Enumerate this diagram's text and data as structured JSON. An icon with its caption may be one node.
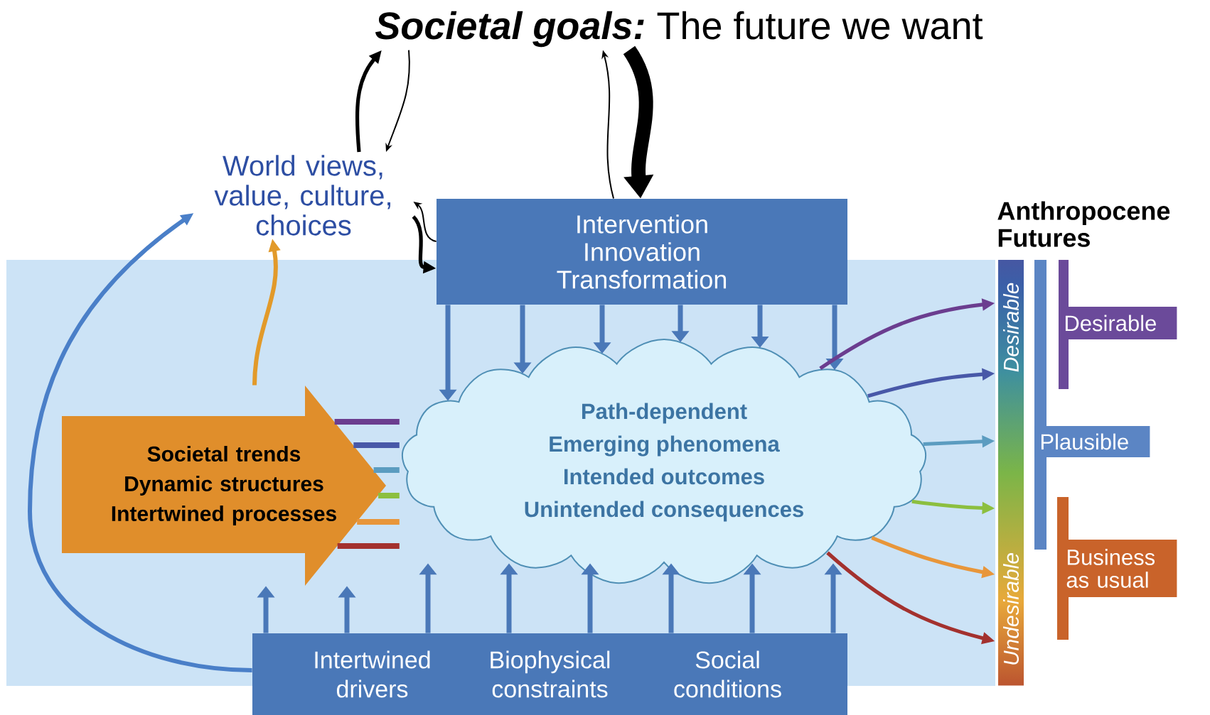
{
  "diagram": {
    "nodes": [
      {
        "text": [
          "Societal goals:",
          "The future we want"
        ]
      },
      {
        "text": [
          "World views, value, culture, choices"
        ]
      },
      {
        "text": [
          "Intervention Innovation Transformation"
        ]
      },
      {
        "text": [
          "Societal trends Dynamic structures Intertwined processes"
        ]
      },
      {
        "text": [
          "Path-dependent",
          "Emerging phenomena",
          "Intended outcomes",
          "Unintended consequences"
        ]
      },
      {
        "text": [
          "Intertwined drivers",
          "Biophysical constraints",
          "Social conditions"
        ]
      },
      {
        "text": [
          "Desirable",
          "Undesirable"
        ]
      },
      {
        "text": [
          "Desirable"
        ]
      },
      {
        "text": [
          "Plausible"
        ]
      },
      {
        "text": [
          "Business as usual"
        ]
      }
    ],
    "edges": [
      {
        "from": 1,
        "to": 0,
        "arrow": "to",
        "color": "#000000"
      },
      {
        "from": 0,
        "to": 1,
        "arrow": "to",
        "color": "#000000"
      },
      {
        "from": 2,
        "to": 0,
        "arrow": "to",
        "color": "#000000"
      },
      {
        "from": 0,
        "to": 2,
        "arrow": "to",
        "style": "thick",
        "color": "#000000"
      },
      {
        "from": 2,
        "to": 1,
        "arrow": "to",
        "color": "#000000"
      },
      {
        "from": 1,
        "to": 2,
        "arrow": "to",
        "color": "#000000"
      },
      {
        "from": 3,
        "to": 1,
        "arrow": "to",
        "color": "#e29a2a"
      },
      {
        "from": 5,
        "to": 1,
        "arrow": "to",
        "color": "#4a7fc8"
      },
      {
        "from": 3,
        "to": 4,
        "arrow": "none",
        "color": "#6b3d8f"
      },
      {
        "from": 3,
        "to": 4,
        "arrow": "none",
        "color": "#4858a8"
      },
      {
        "from": 3,
        "to": 4,
        "arrow": "none",
        "color": "#5b9cc0"
      },
      {
        "from": 3,
        "to": 4,
        "arrow": "none",
        "color": "#8cbf3f"
      },
      {
        "from": 3,
        "to": 4,
        "arrow": "none",
        "color": "#e8963a"
      },
      {
        "from": 3,
        "to": 4,
        "arrow": "none",
        "color": "#a3312e"
      },
      {
        "from": 2,
        "to": 4,
        "arrow": "to",
        "color": "#4a78b8"
      },
      {
        "from": 2,
        "to": 4,
        "arrow": "to",
        "color": "#4a78b8"
      },
      {
        "from": 2,
        "to": 4,
        "arrow": "to",
        "color": "#4a78b8"
      },
      {
        "from": 2,
        "to": 4,
        "arrow": "to",
        "color": "#4a78b8"
      },
      {
        "from": 2,
        "to": 4,
        "arrow": "to",
        "color": "#4a78b8"
      },
      {
        "from": 2,
        "to": 4,
        "arrow": "to",
        "color": "#4a78b8"
      },
      {
        "from": 5,
        "to": 3,
        "arrow": "to",
        "color": "#4a78b8"
      },
      {
        "from": 5,
        "to": 3,
        "arrow": "to",
        "color": "#4a78b8"
      },
      {
        "from": 5,
        "to": 4,
        "arrow": "to",
        "color": "#4a78b8"
      },
      {
        "from": 5,
        "to": 4,
        "arrow": "to",
        "color": "#4a78b8"
      },
      {
        "from": 5,
        "to": 4,
        "arrow": "to",
        "color": "#4a78b8"
      },
      {
        "from": 5,
        "to": 4,
        "arrow": "to",
        "color": "#4a78b8"
      },
      {
        "from": 5,
        "to": 4,
        "arrow": "to",
        "color": "#4a78b8"
      },
      {
        "from": 5,
        "to": 4,
        "arrow": "to",
        "color": "#4a78b8"
      },
      {
        "from": 4,
        "to": 6,
        "arrow": "to",
        "color": "#6b3d8f"
      },
      {
        "from": 4,
        "to": 6,
        "arrow": "to",
        "color": "#4858a8"
      },
      {
        "from": 4,
        "to": 6,
        "arrow": "to",
        "color": "#5b9cc0"
      },
      {
        "from": 4,
        "to": 6,
        "arrow": "to",
        "color": "#8cbf3f"
      },
      {
        "from": 4,
        "to": 6,
        "arrow": "to",
        "color": "#e8963a"
      },
      {
        "from": 4,
        "to": 6,
        "arrow": "to",
        "color": "#a3312e"
      }
    ],
    "labels": [
      "Anthropocene Futures"
    ]
  }
}
